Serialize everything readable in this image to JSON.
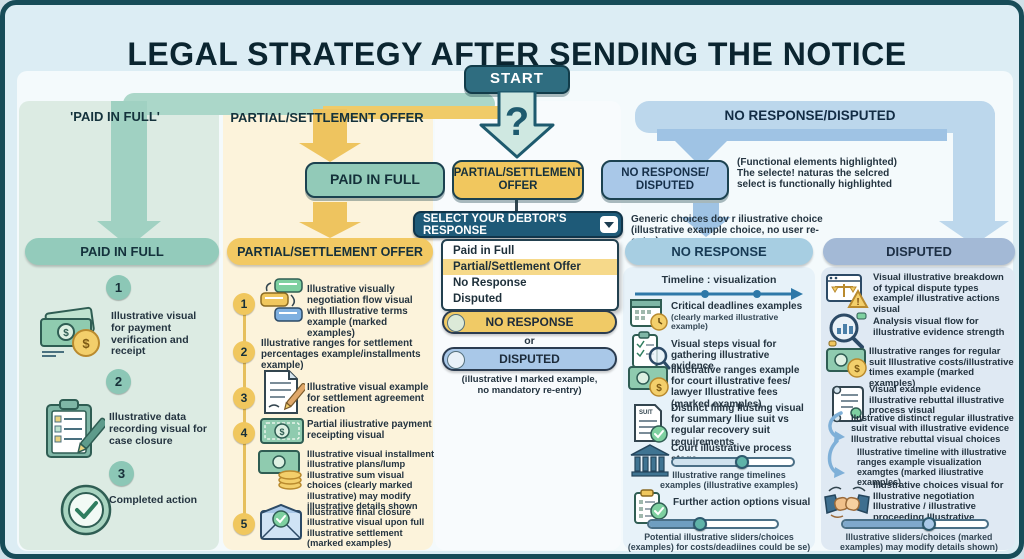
{
  "title": "LEGAL STRATEGY AFTER SENDING THE NOTICE",
  "start_label": "START",
  "glyphs": {
    "question": "?",
    "dollar": "$",
    "suit": "SUIT",
    "warn": "!"
  },
  "branch_headers": {
    "left": "'PAID IN FULL'",
    "middle": "PARTIAL/SETTLEMENT OFFER",
    "right": "NO RESPONSE/DISPUTED"
  },
  "decision_buttons": {
    "paid_in_full": "PAID IN FULL",
    "partial": "PARTIAL/SETTLEMENT OFFER",
    "no_response_disputed": "NO RESPONSE/ DISPUTED",
    "note": "(Functional elements highlighted)\nThe selecte! naturas the selcred\nselect is functionally highlighted"
  },
  "dropdown": {
    "label": "SELECT YOUR DEBTOR'S RESPONSE",
    "options": [
      {
        "label": "Paid in Full"
      },
      {
        "label": "Partial/Settlement Offer",
        "selected": "true"
      },
      {
        "label": "No Response"
      },
      {
        "label": "Disputed"
      }
    ],
    "note": "Generic choices dov r iliustrative choice\n(illustrative example choice, no user re-entry)"
  },
  "toggle_pills": {
    "no_response": "NO RESPONSE",
    "or_label": "or",
    "disputed": "DISPUTED",
    "caption": "(illustrative I marked example,\nno mandatory re-entry)"
  },
  "columns": {
    "paid_in_full": {
      "header": "PAID IN FULL",
      "items": [
        {
          "num": "1",
          "text": "Illustrative visual for payment verification and receipt"
        },
        {
          "num": "2",
          "text": "Illustrative data recording visual for case closure"
        },
        {
          "num": "3",
          "text": "Completed action"
        }
      ]
    },
    "partial": {
      "header": "PARTIAL/SETTLEMENT OFFER",
      "items": [
        {
          "num": "1",
          "text": "Illustrative visually negotiation flow visual with Illustrative terms example (marked examples)"
        },
        {
          "num": "2",
          "text": "Illustrative ranges for settlement percentages example/installments example)"
        },
        {
          "num": "3",
          "text": "Illustrative visual example for settlement agreement creation"
        },
        {
          "num": "4",
          "text": "Partial iliustrative payment receipting visual"
        },
        {
          "num": "",
          "text": "Illustrative visual installment illustrative plans/lump illustrative sum visual choices (clearly marked illustrative) may modify illustrative details shown"
        },
        {
          "num": "5",
          "text": "Illustrative final closure illustrative visual upon full illustrative settlement (marked examples)"
        }
      ]
    },
    "no_response": {
      "header": "NO RESPONSE",
      "timeline_title": "Timeline : visualization",
      "items": [
        {
          "text": "Critical deadlines examples",
          "sub": "(clearly marked illustrative example)"
        },
        {
          "text": "Visual steps visual for gathering illustrative evidence"
        },
        {
          "text": "Illustrative ranges example for court illustrative fees/ lawyer Illustrative fees (marked examples)"
        },
        {
          "text": "Distinct filing llusting visual for summary lliue suit vs regular recovery suit requirements"
        },
        {
          "text": "Court illustrative process stage",
          "sub": "Illustrative range timelines examples (illustrative examples)"
        },
        {
          "text": "Further action options visual"
        }
      ],
      "footer_caption": "Potential illustrative sliders/choices (examples) for costs/deadiines could be se)"
    },
    "disputed": {
      "header": "DISPUTED",
      "items": [
        {
          "text": "Visual illustrative breakdown of typical dispute types example/ illustrative actions visual"
        },
        {
          "text": "Analysis visual flow for illustrative evidence strength"
        },
        {
          "text": "Illustrative ranges for regular suit Illustrative costs/illustrative times example (marked examples)"
        },
        {
          "text": "Visual example evidence illustrative rebuttal illustrative process visual"
        },
        {
          "text": "Ilustrative distinct regular illustrative suit visual with illustrative evidence Illustrative rebuttal visual choices"
        },
        {
          "text": "Illustrative timeline with illustrative ranges example visualization examgtes (marked iliustrative examples)"
        },
        {
          "text": "Illustrative choices visual for Illustrative negotiation Illustrative / illustrative proceeding Illustrative"
        }
      ],
      "footer_caption": "Illustrative sliders/choices (marked examples) may modify details shown)"
    }
  },
  "colors": {
    "teal_dark": "#1e5a6e",
    "teal_button": "#2f6d80",
    "teal_light": "#abd7c9",
    "yellow": "#f0cb68",
    "blue_light": "#bcd7ec",
    "blue_button": "#a9c8e8",
    "card_teal": "#dcebe3",
    "card_yellow": "#fcf3db",
    "card_blue": "#e7f2f9",
    "card_gray_blue": "#dfe9f3"
  }
}
